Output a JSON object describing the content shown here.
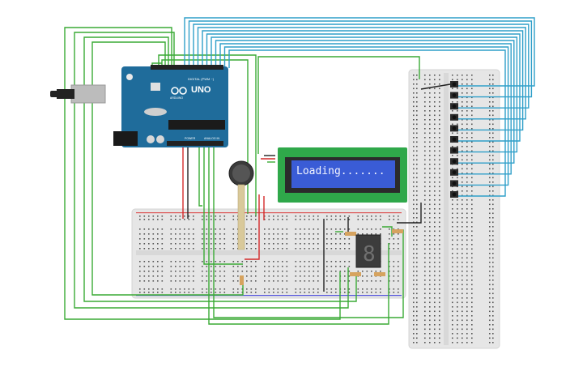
{
  "arduino": {
    "brand": "UNO",
    "header_top": "DIGITAL (PWM ~)",
    "header_power": "POWER",
    "header_analog": "ANALOG IN",
    "logo_text": "ARDUINO"
  },
  "lcd": {
    "text": "Loading......."
  },
  "seven_segment": {
    "digit": "8"
  },
  "colors": {
    "green_wire": "#3aaa35",
    "blue_wire": "#2f9fc9",
    "red_wire": "#d42a2a",
    "black_wire": "#222222",
    "arduino_board": "#1f6c9b",
    "breadboard": "#e6e6e6",
    "lcd_screen": "#3a5cd6",
    "lcd_pcb": "#2fa84a"
  }
}
